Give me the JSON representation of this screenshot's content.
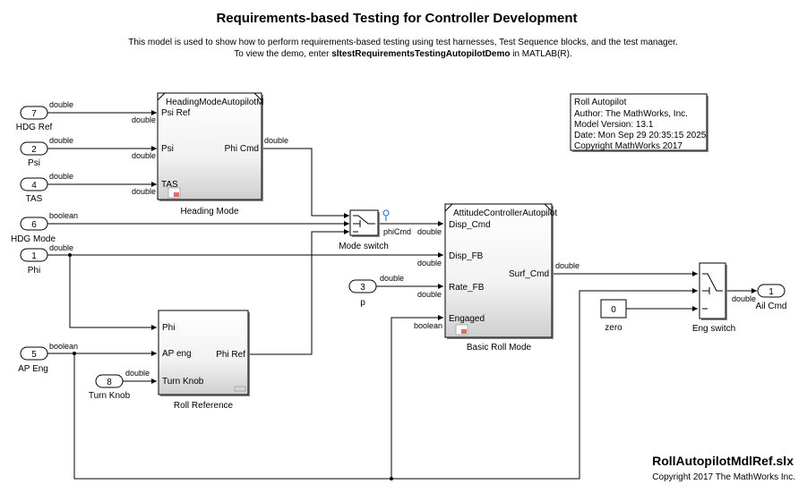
{
  "title": "Requirements-based Testing for Controller Development",
  "description": {
    "line1": "This model is used to show how to perform requirements-based testing using test harnesses, Test Sequence blocks, and the test manager.",
    "line2_prefix": "To view the demo, enter ",
    "line2_command": "sltestRequirementsTestingAutopilotDemo",
    "line2_suffix": " in MATLAB(R)."
  },
  "inports": [
    {
      "num": "7",
      "name": "HDG Ref"
    },
    {
      "num": "2",
      "name": "Psi"
    },
    {
      "num": "4",
      "name": "TAS"
    },
    {
      "num": "6",
      "name": "HDG Mode"
    },
    {
      "num": "1",
      "name": "Phi"
    },
    {
      "num": "5",
      "name": "AP Eng"
    },
    {
      "num": "3",
      "name": "p"
    },
    {
      "num": "8",
      "name": "Turn Knob"
    }
  ],
  "outport": {
    "num": "1",
    "name": "Ail Cmd"
  },
  "constant": {
    "value": "0",
    "name": "zero"
  },
  "heading_block": {
    "header": "HeadingModeAutopilotM",
    "inputs": [
      "Psi Ref",
      "Psi",
      "TAS"
    ],
    "output": "Phi Cmd",
    "name": "Heading Mode"
  },
  "roll_ref_block": {
    "inputs": [
      "Phi",
      "AP eng",
      "Turn Knob"
    ],
    "output": "Phi Ref",
    "name": "Roll Reference"
  },
  "attitude_block": {
    "header": "AttitudeControllerAutopilot",
    "inputs": [
      "Disp_Cmd",
      "Disp_FB",
      "Rate_FB",
      "Engaged"
    ],
    "output": "Surf_Cmd",
    "name": "Basic Roll Mode"
  },
  "mode_switch": {
    "name": "Mode switch"
  },
  "eng_switch": {
    "name": "Eng switch"
  },
  "signals": {
    "double": "double",
    "boolean": "boolean",
    "phicmd": "phiCmd"
  },
  "info_box": {
    "lines": [
      "Roll Autopilot",
      "Author: The MathWorks, Inc.",
      "Model Version: 13.1",
      "Date: Mon Sep 29 20:35:15 2025",
      "Copyright MathWorks 2017"
    ]
  },
  "footer": {
    "filename": "RollAutopilotMdlRef.slx",
    "copyright": "Copyright 2017 The MathWorks Inc."
  }
}
